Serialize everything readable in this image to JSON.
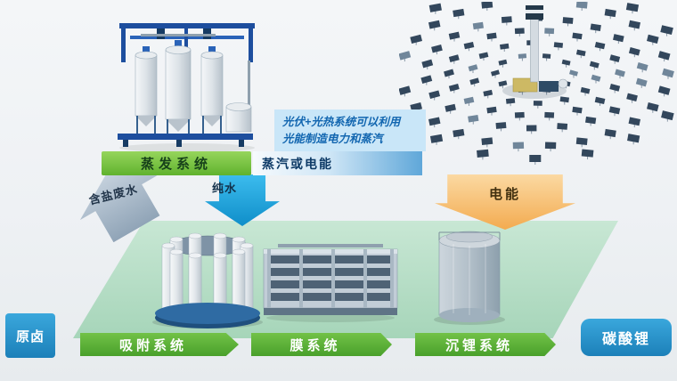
{
  "colors": {
    "background": "#f0f2f5",
    "green_box": "#76c043",
    "green_banner": "#5cb63e",
    "blue_node": "#2598d5",
    "steam_bar_blue": "#5fa7d9",
    "note_bg": "#c9e6f8",
    "note_text": "#1266b0",
    "water_arrow": "#17a3e2",
    "power_arrow": "#f6bc67",
    "wastewater_arrow": "#a3b4c4",
    "platform_green": "#b9dfc8"
  },
  "evaporation": {
    "label": "蒸发系统"
  },
  "energy": {
    "steam_bar_label": "蒸汽或电能",
    "note_line1": "光伏+光热系统可以利用",
    "note_line2": "光能制造电力和蒸汽",
    "power_arrow_label": "电能"
  },
  "water": {
    "pure_water_label": "纯水",
    "wastewater_label": "含盐废水"
  },
  "flow": {
    "input_label": "原卤",
    "steps": [
      "吸附系统",
      "膜系统",
      "沉锂系统"
    ],
    "output_label": "碳酸锂"
  },
  "illustrations": {
    "evaporation_plant": "evaporation-plant-3d-icon",
    "solar_field": "solar-tower-heliostat-field-icon",
    "adsorption_unit": "adsorption-columns-icon",
    "membrane_unit": "membrane-skid-icon",
    "precipitation_tank": "precipitation-tank-icon"
  }
}
